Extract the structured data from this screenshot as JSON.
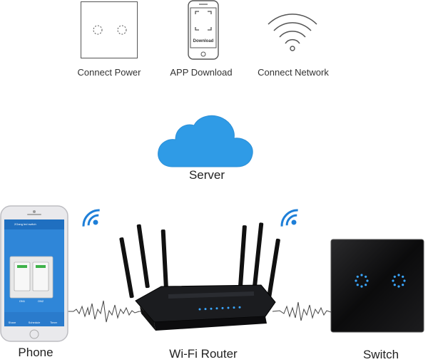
{
  "steps": [
    {
      "label": "Connect Power",
      "icon": "touch-panel-icon"
    },
    {
      "label": "APP Download",
      "icon": "phone-download-icon"
    },
    {
      "label": "Connect Network",
      "icon": "wifi-icon"
    }
  ],
  "download_text": "Download",
  "server": {
    "label": "Server",
    "color": "#2f9be6"
  },
  "devices": {
    "phone": "Phone",
    "router": "Wi-Fi Router",
    "switch": "Switch"
  },
  "app_screen": {
    "title": "2Gang led switch",
    "button_labels": [
      "ON1",
      "ON2"
    ],
    "nav": [
      "Share",
      "Schedule",
      "Timer"
    ]
  },
  "colors": {
    "accent_blue": "#1e7fd8",
    "switch_led": "#3aa6ff"
  }
}
